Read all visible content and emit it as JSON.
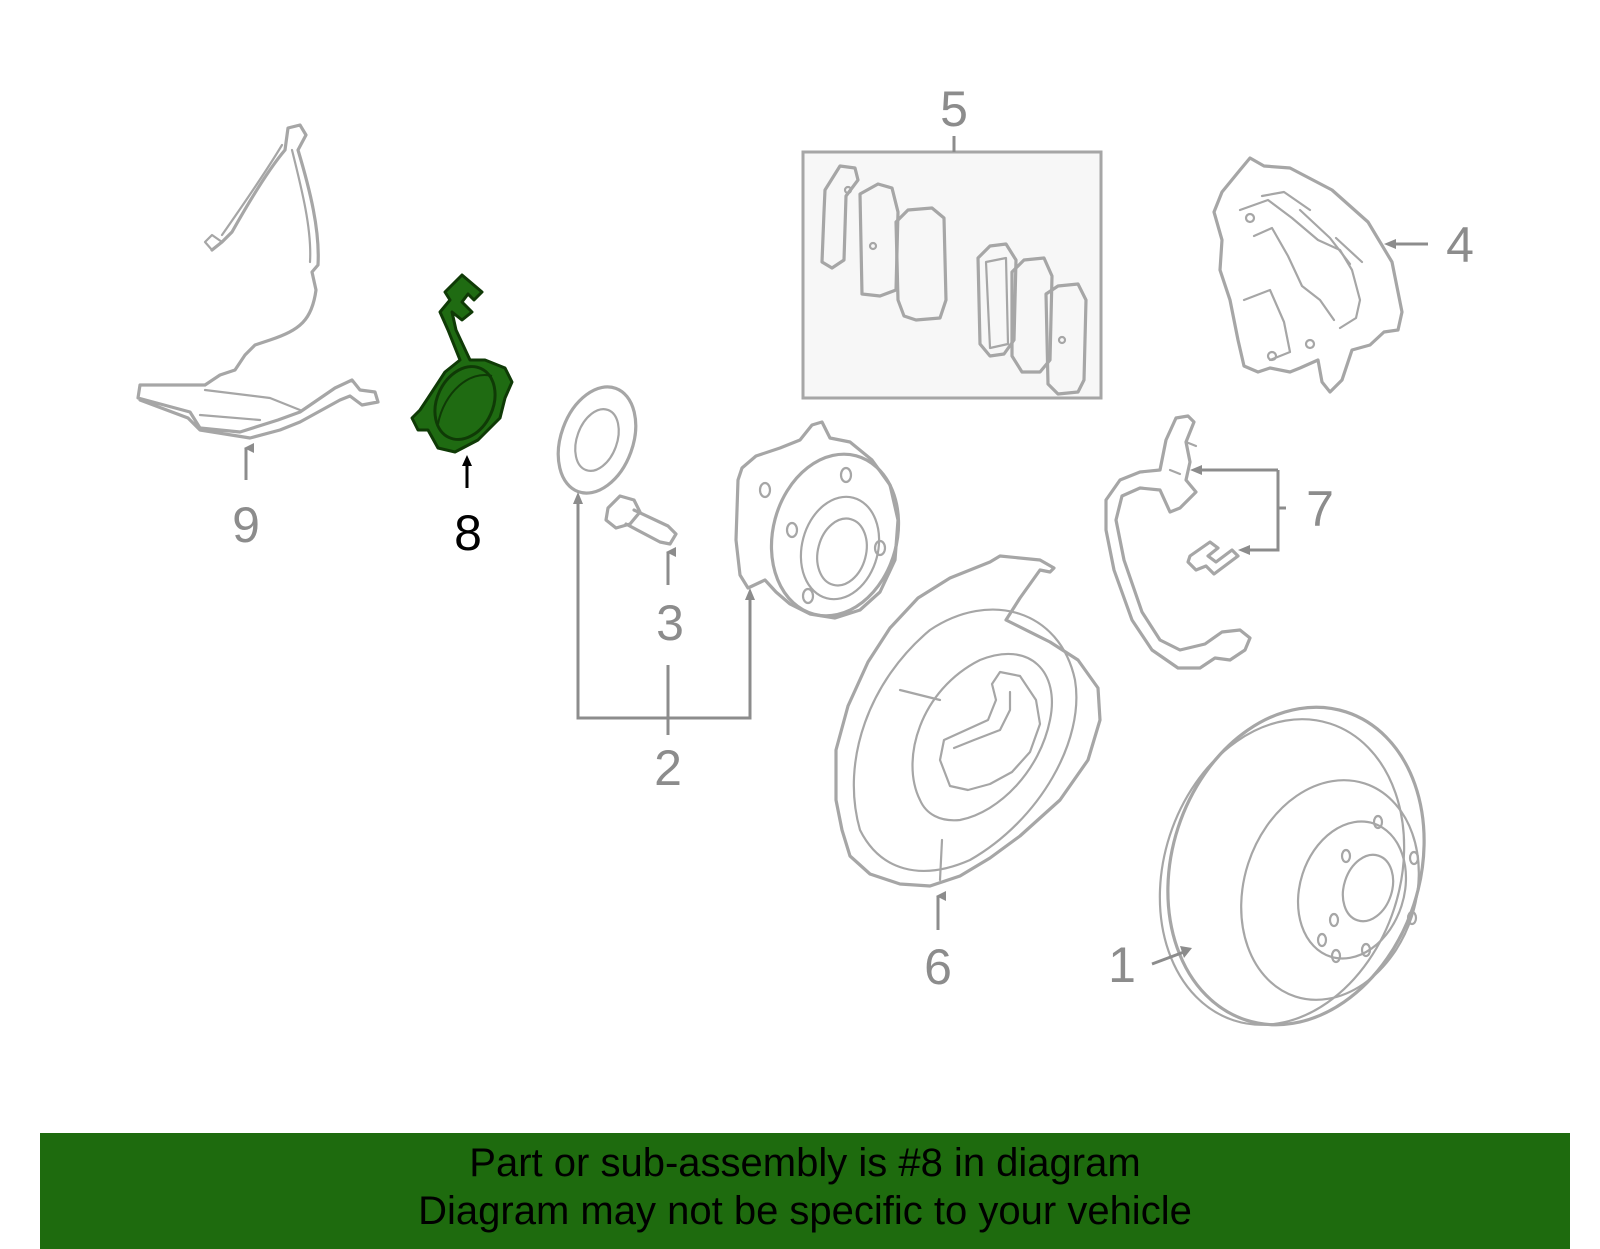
{
  "callouts": [
    {
      "id": "1",
      "label": "1"
    },
    {
      "id": "2",
      "label": "2"
    },
    {
      "id": "3",
      "label": "3"
    },
    {
      "id": "4",
      "label": "4"
    },
    {
      "id": "5",
      "label": "5"
    },
    {
      "id": "6",
      "label": "6"
    },
    {
      "id": "7",
      "label": "7"
    },
    {
      "id": "8",
      "label": "8"
    },
    {
      "id": "9",
      "label": "9"
    }
  ],
  "highlighted_part": "8",
  "colors": {
    "highlight_fill": "#1f6b12",
    "outline": "#a6a6a6",
    "banner": "#1e6b0e"
  },
  "banner": {
    "line1": "Part or sub-assembly is #8 in diagram",
    "line2": "Diagram may not be specific to your vehicle"
  }
}
